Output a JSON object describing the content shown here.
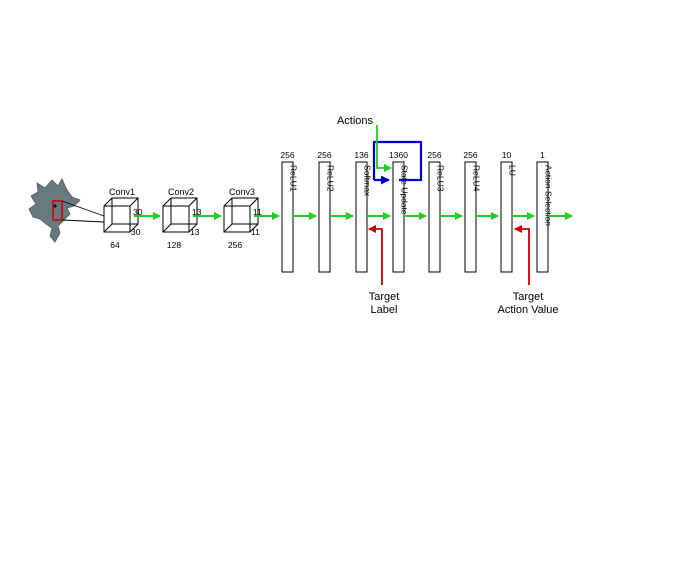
{
  "conv_layers": [
    {
      "label": "Conv1",
      "side": "30",
      "width": "30",
      "depth": "64"
    },
    {
      "label": "Conv2",
      "side": "13",
      "width": "13",
      "depth": "128"
    },
    {
      "label": "Conv3",
      "side": "11",
      "width": "11",
      "depth": "256"
    }
  ],
  "fc_layers": [
    {
      "label": "ReLU1",
      "size": "256"
    },
    {
      "label": "ReLU2",
      "size": "256"
    },
    {
      "label": "Softmax",
      "size": "136"
    },
    {
      "label": "State Update",
      "size": "1360"
    },
    {
      "label": "ReLU3",
      "size": "256"
    },
    {
      "label": "ReLU4",
      "size": "256"
    },
    {
      "label": "LU",
      "size": "10"
    },
    {
      "label": "Action Selection",
      "size": "1"
    }
  ],
  "annotations": {
    "actions": "Actions",
    "target_label_line1": "Target",
    "target_label_line2": "Label",
    "target_action_line1": "Target",
    "target_action_line2": "Action Value"
  },
  "colors": {
    "flow_arrow": "#22cc22",
    "target_arrow": "#cc0000",
    "recurrent_loop": "#0000cc",
    "stroke": "#000000"
  }
}
